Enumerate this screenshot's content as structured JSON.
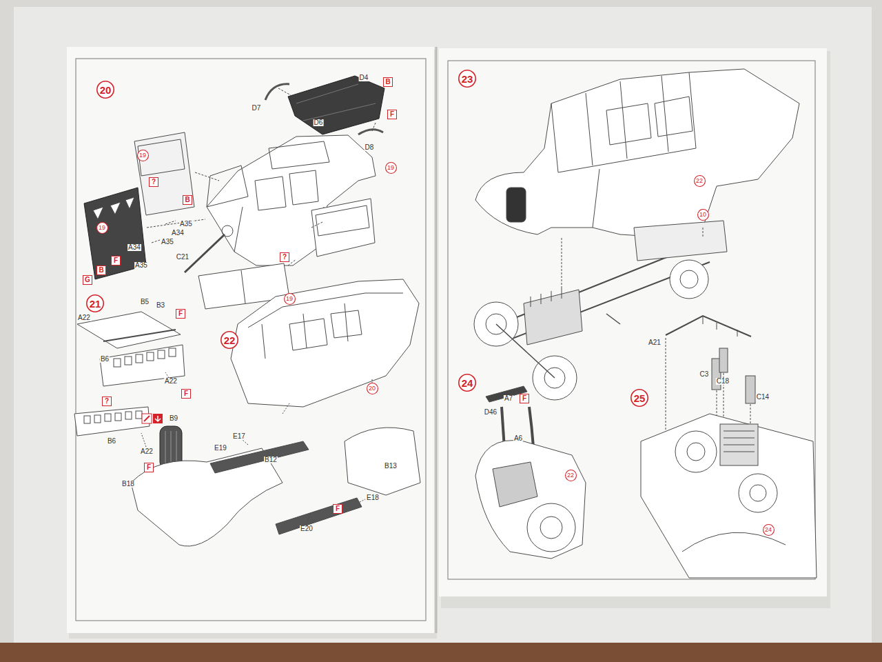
{
  "diagram": {
    "nodes": [
      {
        "text": [
          "20"
        ]
      },
      {
        "text": [
          "B"
        ]
      },
      {
        "text": [
          "F"
        ]
      },
      {
        "text": [
          "19"
        ]
      },
      {
        "text": [
          "19"
        ]
      },
      {
        "text": [
          "?"
        ]
      },
      {
        "text": [
          "B"
        ]
      },
      {
        "text": [
          "19"
        ]
      },
      {
        "text": [
          "F"
        ]
      },
      {
        "text": [
          "?"
        ]
      },
      {
        "text": [
          "B"
        ]
      },
      {
        "text": [
          "G"
        ]
      },
      {
        "text": [
          "19"
        ]
      },
      {
        "text": [
          "21"
        ]
      },
      {
        "text": [
          "F"
        ]
      },
      {
        "text": [
          "22"
        ]
      },
      {
        "text": [
          "20"
        ]
      },
      {
        "text": [
          "F"
        ]
      },
      {
        "text": [
          "?"
        ]
      },
      {
        "text": [
          "F"
        ]
      },
      {
        "text": [
          "F"
        ]
      },
      {
        "text": [
          "23"
        ]
      },
      {
        "text": [
          "22"
        ]
      },
      {
        "text": [
          "10"
        ]
      },
      {
        "text": [
          "24"
        ]
      },
      {
        "text": [
          "F"
        ]
      },
      {
        "text": [
          "25"
        ]
      },
      {
        "text": [
          "22"
        ]
      },
      {
        "text": [
          "24"
        ]
      }
    ],
    "edges": [],
    "labels": [
      "D7",
      "D4",
      "D6",
      "D8",
      "A35",
      "A34",
      "A35",
      "A34",
      "A35",
      "C21",
      "B5",
      "B3",
      "A22",
      "B6",
      "A22",
      "B9",
      "B6",
      "A22",
      "E17",
      "E19",
      "B12",
      "B13",
      "B18",
      "E18",
      "E20",
      "D46",
      "A7",
      "A6",
      "A21",
      "C3",
      "C18",
      "C14"
    ]
  }
}
